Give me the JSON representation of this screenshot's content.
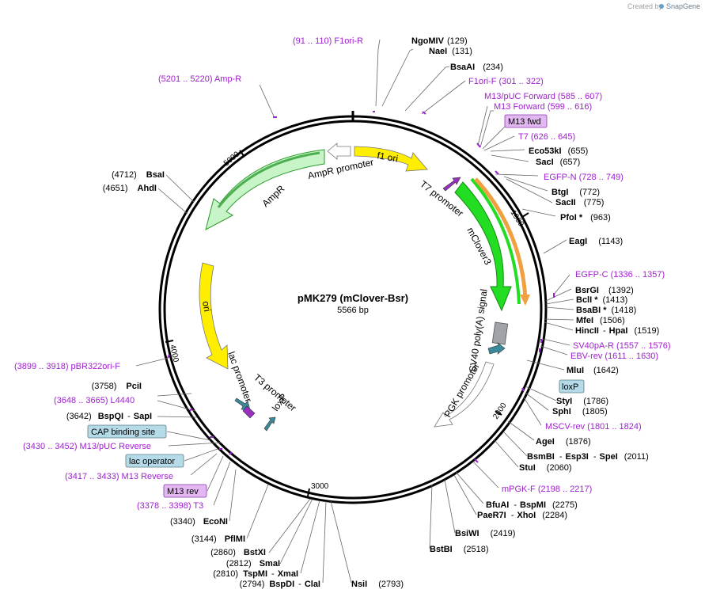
{
  "credit": {
    "text": "Created by",
    "brand": "SnapGene"
  },
  "plasmid": {
    "name": "pMK279 (mClover-Bsr)",
    "length": "5566 bp"
  },
  "ticks": [
    "1000",
    "2000",
    "3000",
    "4000",
    "5000"
  ],
  "features": {
    "f1ori": "f1 ori",
    "ampr_promoter": "AmpR promoter",
    "ampr": "AmpR",
    "ori": "ori",
    "lac_promoter": "lac promoter",
    "t3_promoter": "T3 promoter",
    "loxp": "loxP",
    "t7_promoter": "T7 promoter",
    "mclover3": "mClover3",
    "sv40": "SV40 poly(A) signal",
    "pgk": "PGK promoter"
  },
  "sites_right": [
    {
      "name": "NgoMIV",
      "pos": "(129)"
    },
    {
      "name": "NaeI",
      "pos": "(131)"
    },
    {
      "name": "BsaAI",
      "pos": "(234)"
    },
    {
      "name": "Eco53kI",
      "pos": "(655)"
    },
    {
      "name": "SacI",
      "pos": "(657)"
    },
    {
      "name": "BtgI",
      "pos": "(772)"
    },
    {
      "name": "SacII",
      "pos": "(775)"
    },
    {
      "name": "PfoI *",
      "pos": "(963)"
    },
    {
      "name": "EagI",
      "pos": "(1143)"
    },
    {
      "name": "BsrGI",
      "pos": "(1392)"
    },
    {
      "name": "BclI *",
      "pos": "(1413)"
    },
    {
      "name": "BsaBI *",
      "pos": "(1418)"
    },
    {
      "name": "MfeI",
      "pos": "(1506)"
    },
    {
      "name": "HincII",
      "name2": "HpaI",
      "pos": "(1519)"
    },
    {
      "name": "MluI",
      "pos": "(1642)"
    },
    {
      "name": "StyI",
      "pos": "(1786)"
    },
    {
      "name": "SphI",
      "pos": "(1805)"
    },
    {
      "name": "AgeI",
      "pos": "(1876)"
    },
    {
      "name": "BsmBI",
      "name2": "Esp3I",
      "name3": "SpeI",
      "pos": "(2011)"
    },
    {
      "name": "StuI",
      "pos": "(2060)"
    },
    {
      "name": "BfuAI",
      "name2": "BspMI",
      "pos": "(2275)"
    },
    {
      "name": "PaeR7I",
      "name2": "XhoI",
      "pos": "(2284)"
    },
    {
      "name": "BsiWI",
      "pos": "(2419)"
    },
    {
      "name": "BstBI",
      "pos": "(2518)"
    }
  ],
  "sites_left": [
    {
      "name": "BsaI",
      "pos": "(4712)"
    },
    {
      "name": "AhdI",
      "pos": "(4651)"
    },
    {
      "name": "PciI",
      "pos": "(3758)"
    },
    {
      "name": "BspQI",
      "name2": "SapI",
      "pos": "(3642)"
    },
    {
      "name": "EcoNI",
      "pos": "(3340)"
    },
    {
      "name": "PflMI",
      "pos": "(3144)"
    },
    {
      "name": "BstXI",
      "pos": "(2860)"
    },
    {
      "name": "SmaI",
      "pos": "(2812)"
    },
    {
      "name": "TspMI",
      "name2": "XmaI",
      "pos": "(2810)"
    },
    {
      "name": "BspDI",
      "name2": "ClaI",
      "pos": "(2794)"
    },
    {
      "name": "NsiI",
      "pos": "(2793)"
    }
  ],
  "primers": [
    {
      "label": "(91 .. 110)  F1ori-R"
    },
    {
      "label": "F1ori-F   (301 .. 322)"
    },
    {
      "label": "M13/pUC Forward   (585 .. 607)"
    },
    {
      "label": "M13 Forward   (599 .. 616)"
    },
    {
      "label": "T7   (626 .. 645)"
    },
    {
      "label": "EGFP-N   (728 .. 749)"
    },
    {
      "label": "EGFP-C   (1336 .. 1357)"
    },
    {
      "label": "SV40pA-R   (1557 .. 1576)"
    },
    {
      "label": "EBV-rev   (1611 .. 1630)"
    },
    {
      "label": "MSCV-rev   (1801 .. 1824)"
    },
    {
      "label": "mPGK-F   (2198 .. 2217)"
    },
    {
      "label": "(5201 .. 5220)  Amp-R"
    },
    {
      "label": "(3899 .. 3918)  pBR322ori-F"
    },
    {
      "label": "(3648 .. 3665)  L4440"
    },
    {
      "label": "(3430 .. 3452)  M13/pUC Reverse"
    },
    {
      "label": "(3417 .. 3433)  M13 Reverse"
    },
    {
      "label": "(3378 .. 3398)  T3"
    }
  ],
  "boxes": {
    "m13fwd": "M13 fwd",
    "loxp": "loxP",
    "cap": "CAP binding site",
    "lacop": "lac operator",
    "m13rev": "M13 rev"
  },
  "colors": {
    "f1ori": "#ffee00",
    "ori": "#ffee00",
    "ampr": "#c8f5c8",
    "mclover3": "#22dd22",
    "egfp_primer_arc": "#f0a040",
    "pgk": "#ffffff",
    "sv40": "#a0a4a8",
    "loxp": "#3a8a9c",
    "primer": "#a020d0"
  }
}
